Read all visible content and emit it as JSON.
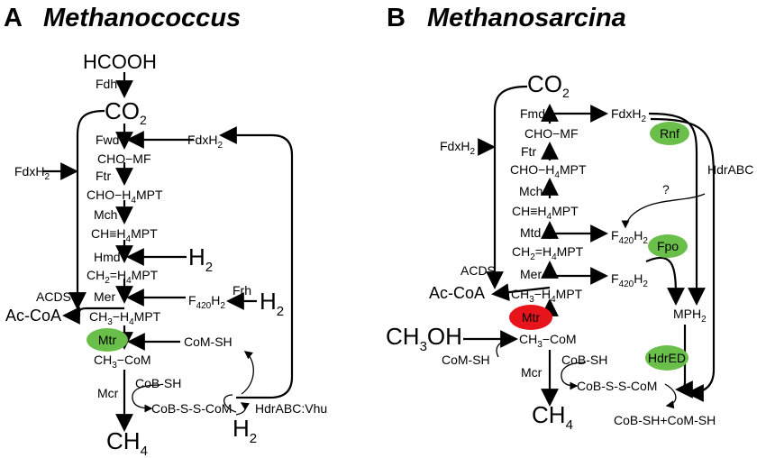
{
  "colors": {
    "enzyme_green": "#6abf4b",
    "enzyme_red": "#e8141c",
    "ink": "#000000"
  },
  "panel_a": {
    "letter": "A",
    "organism": "Methanococcus",
    "hcooh": "HCOOH",
    "fdh": "Fdh",
    "co2": "CO",
    "co2_sub": "2",
    "fwd": "Fwd",
    "fdxh2": "FdxH",
    "fdxh2_sub": "2",
    "cho_mf": "CHO−MF",
    "ftr": "Ftr",
    "cho_h4mpt": "CHO−H",
    "cho_h4mpt_sub": "4",
    "cho_h4mpt_end": "MPT",
    "mch": "Mch",
    "ch_h4mpt": "CH≡H",
    "ch_h4mpt_sub": "4",
    "ch_h4mpt_end": "MPT",
    "hmd": "Hmd",
    "h2": "H",
    "h2_sub": "2",
    "ch2_h4mpt": "CH",
    "ch2_sub1": "2",
    "ch2_mid": "=H",
    "ch2_sub2": "4",
    "ch2_end": "MPT",
    "frh": "Frh",
    "mer": "Mer",
    "f420h2": "F",
    "f420_sub": "420",
    "f420_mid": "H",
    "f420_sub2": "2",
    "acds": "ACDS",
    "acetyl_coa": "Ac-CoA",
    "ch3_h4mpt": "CH",
    "ch3_sub1": "3",
    "ch3_mid": "−H",
    "ch3_sub2": "4",
    "ch3_end": "MPT",
    "mtr": "Mtr",
    "com_sh": "CoM-SH",
    "ch3_com": "CH",
    "ch3_com_sub": "3",
    "ch3_com_end": "−CoM",
    "mcr": "Mcr",
    "cob_sh": "CoB-SH",
    "cob_s_s_com": "CoB-S-S-CoM",
    "hdr_vhu": "HdrABC:Vhu",
    "ch4": "CH",
    "ch4_sub": "4"
  },
  "panel_b": {
    "letter": "B",
    "organism": "Methanosarcina",
    "co2": "CO",
    "co2_sub": "2",
    "fmd": "Fmd",
    "fdxh2": "FdxH",
    "fdxh2_sub": "2",
    "fdxh2_left": "FdxH",
    "fdxh2_left_sub": "2",
    "rnf": "Rnf",
    "cho_mf": "CHO−MF",
    "ftr": "Ftr",
    "cho_h4mpt": "CHO−H",
    "cho_h4mpt_sub": "4",
    "cho_h4mpt_end": "MPT",
    "hdrabc": "HdrABC",
    "mch": "Mch",
    "question": "?",
    "ch_h4mpt": "CH≡H",
    "ch_h4mpt_sub": "4",
    "ch_h4mpt_end": "MPT",
    "mtd": "Mtd",
    "f420h2_a": "F",
    "f420_a_sub": "420",
    "f420_a_mid": "H",
    "f420_a_sub2": "2",
    "fpo": "Fpo",
    "ch2_h4mpt": "CH",
    "ch2_sub1": "2",
    "ch2_mid": "=H",
    "ch2_sub2": "4",
    "ch2_end": "MPT",
    "acds": "ACDS",
    "mer": "Mer",
    "f420h2_b": "F",
    "f420_b_sub": "420",
    "f420_b_mid": "H",
    "f420_b_sub2": "2",
    "acetyl_coa": "Ac-CoA",
    "ch3_h4mpt": "CH",
    "ch3_sub1": "3",
    "ch3_mid": "−H",
    "ch3_sub2": "4",
    "ch3_end": "MPT",
    "mtr": "Mtr",
    "mph2": "MPH",
    "mph2_sub": "2",
    "ch3oh": "CH",
    "ch3oh_sub": "3",
    "ch3oh_end": "OH",
    "ch3_com": "CH",
    "ch3_com_sub": "3",
    "ch3_com_end": "−CoM",
    "com_sh": "CoM-SH",
    "hdred": "HdrED",
    "mcr": "Mcr",
    "cob_sh": "CoB-SH",
    "cob_s_s_com": "CoB-S-S-CoM",
    "ch4": "CH",
    "ch4_sub": "4",
    "products": "CoB-SH+CoM-SH"
  }
}
